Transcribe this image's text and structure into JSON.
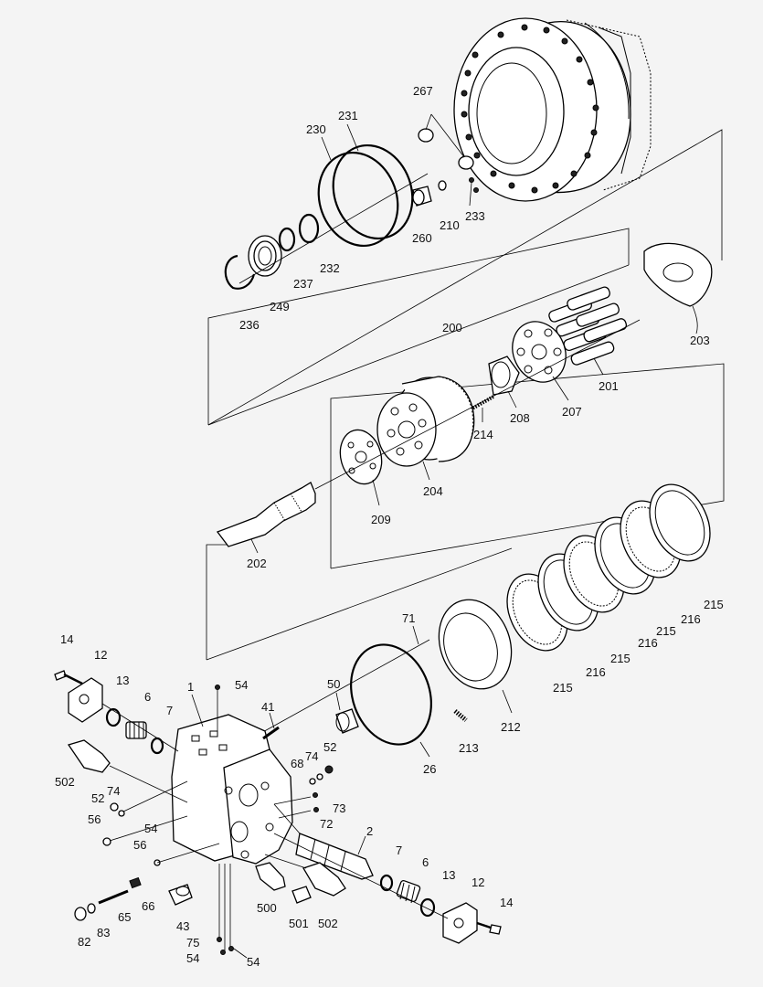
{
  "labels": {
    "p267": "267",
    "p230": "230",
    "p231": "231",
    "p210": "210",
    "p233": "233",
    "p260": "260",
    "p232": "232",
    "p237": "237",
    "p249": "249",
    "p236": "236",
    "p203": "203",
    "p200": "200",
    "p201": "201",
    "p207": "207",
    "p208": "208",
    "p214": "214",
    "p204": "204",
    "p209": "209",
    "p202": "202",
    "p215a": "215",
    "p216a": "216",
    "p215b": "215",
    "p216b": "216",
    "p215c": "215",
    "p216c": "216",
    "p215d": "215",
    "p71": "71",
    "p212": "212",
    "p50": "50",
    "p26": "26",
    "p213": "213",
    "p14a": "14",
    "p12a": "12",
    "p13a": "13",
    "p6a": "6",
    "p7a": "7",
    "p1": "1",
    "p54a": "54",
    "p41": "41",
    "p502a": "502",
    "p52a": "52",
    "p74a": "74",
    "p56a": "56",
    "p54b": "54",
    "p56b": "56",
    "p68": "68",
    "p74b": "74",
    "p52b": "52",
    "p73": "73",
    "p72": "72",
    "p2": "2",
    "p7b": "7",
    "p6b": "6",
    "p13b": "13",
    "p12b": "12",
    "p14b": "14",
    "p65": "65",
    "p66": "66",
    "p43": "43",
    "p500": "500",
    "p501": "501",
    "p502b": "502",
    "p82": "82",
    "p83": "83",
    "p75": "75",
    "p54c": "54",
    "p54d": "54"
  }
}
